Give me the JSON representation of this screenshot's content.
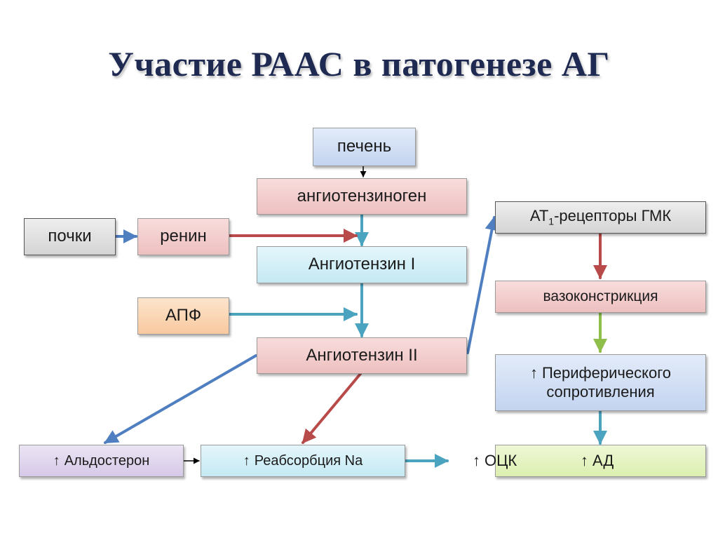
{
  "title": "Участие РААС в патогенезе АГ",
  "up_arrow": "↑",
  "nodes": {
    "liver": "печень",
    "angiotensinogen": "ангиотензиноген",
    "kidneys": "почки",
    "renin": "ренин",
    "angiotensin1": "Ангиотензин I",
    "ace": "АПФ",
    "angiotensin2": "Ангиотензин II",
    "at1_prefix": "АТ",
    "at1_sub": "1",
    "at1_suffix": "-рецепторы ГМК",
    "vasoconstriction": "вазоконстрикция",
    "peripheral_line1": "Периферического",
    "peripheral_line2": "сопротивления",
    "aldosterone": "Альдостерон",
    "na_reabsorption": "Реабсорбция Na",
    "bcv": "ОЦК",
    "bp": "АД"
  },
  "colors": {
    "title": "#1f2a52",
    "arrow_teal": "#4aa3bf",
    "arrow_red": "#b84a4a",
    "arrow_blue": "#4f7fc0",
    "arrow_green": "#8fbf4a",
    "arrow_black": "#000000"
  }
}
